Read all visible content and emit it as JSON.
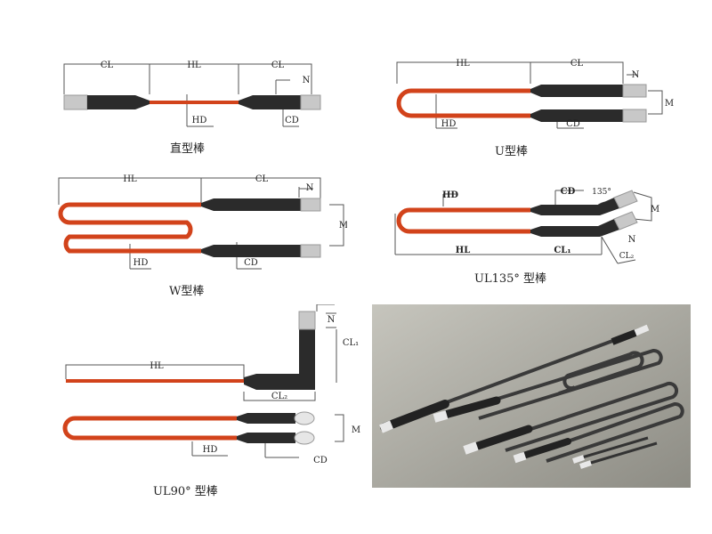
{
  "colors": {
    "hot_zone": "#d2431b",
    "cold_zone": "#2b2b2b",
    "terminal": "#c8c8c8",
    "photo_bg": "#a9a89e",
    "dim_line": "#555555"
  },
  "diagrams": {
    "straight": {
      "caption": "直型棒",
      "labels": {
        "cl_left": "CL",
        "hl": "HL",
        "cl_right": "CL",
        "n": "N",
        "hd": "HD",
        "cd": "CD"
      }
    },
    "u": {
      "caption": "U型棒",
      "labels": {
        "hl": "HL",
        "cl": "CL",
        "n": "N",
        "m": "M",
        "hd": "HD",
        "cd": "CD"
      }
    },
    "w": {
      "caption": "W型棒",
      "labels": {
        "hl": "HL",
        "cl": "CL",
        "n": "N",
        "m": "M",
        "hd": "HD",
        "cd": "CD"
      }
    },
    "ul135": {
      "caption": "UL135° 型棒",
      "labels": {
        "hd": "HD",
        "cd": "CD",
        "angle": "135°",
        "m": "M",
        "n": "N",
        "hl": "HL",
        "cl1": "CL₁",
        "cl2": "CL₂"
      }
    },
    "ul90": {
      "caption": "UL90° 型棒",
      "labels": {
        "n": "N",
        "cl1": "CL₁",
        "hl": "HL",
        "cl2": "CL₂",
        "m": "M",
        "hd": "HD",
        "cd": "CD"
      }
    }
  }
}
